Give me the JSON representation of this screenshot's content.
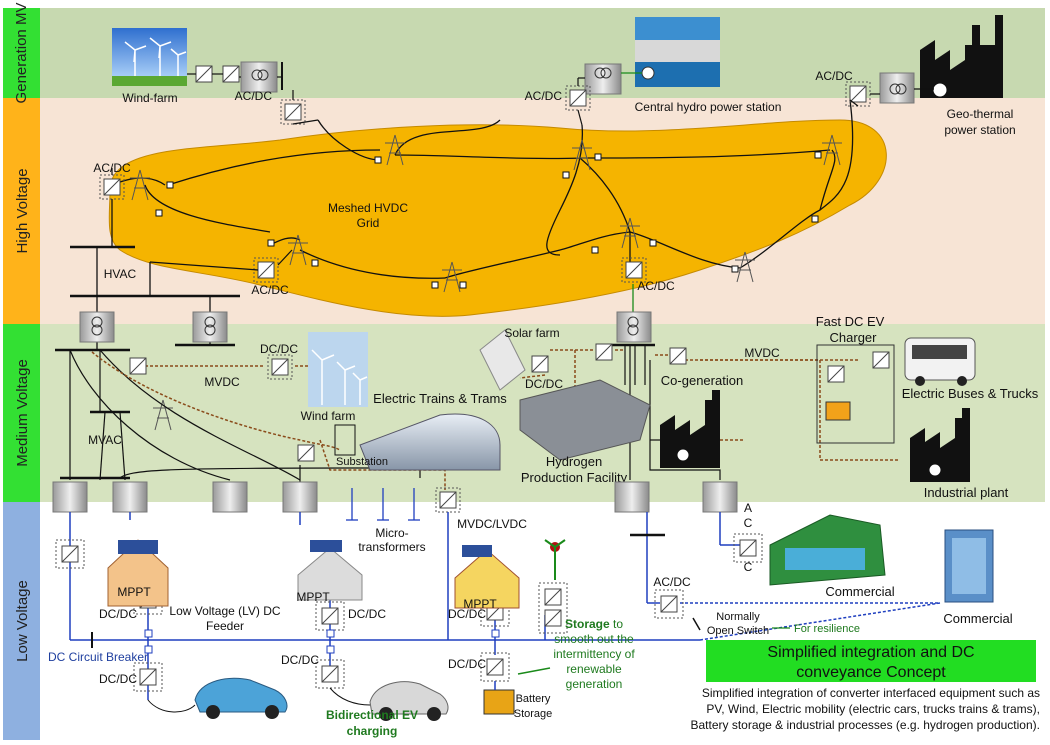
{
  "zones": {
    "generation": "Generation MV",
    "high_voltage": "High Voltage",
    "medium_voltage": "Medium Voltage",
    "low_voltage": "Low Voltage"
  },
  "colors": {
    "generation_band": "#c7d9b0",
    "hv_band": "#f7e4d5",
    "mv_band": "#d6e3bf",
    "lv_band": "#ffffff",
    "gen_side": "#33e033",
    "hv_side": "#ffb31a",
    "mv_side": "#33e033",
    "lv_side": "#8eb0e0",
    "hvdc_blob": "#f5b400",
    "dc_feeder": "#1f3fbf",
    "concept_box": "#22dd22"
  },
  "labels": {
    "wind_farm": "Wind-farm",
    "central_hydro": "Central hydro power station",
    "geo_thermal_1": "Geo-thermal",
    "geo_thermal_2": "power station",
    "acdc": "AC/DC",
    "meshed_1": "Meshed HVDC",
    "meshed_2": "Grid",
    "hvac": "HVAC",
    "mvac": "MVAC",
    "mvdc": "MVDC",
    "dcdc": "DC/DC",
    "wind_farm_mv": "Wind farm",
    "solar_farm": "Solar farm",
    "trains": "Electric Trains & Trams",
    "substation": "Substation",
    "hydrogen_1": "Hydrogen",
    "hydrogen_2": "Production Facility",
    "cogeneration": "Co-generation",
    "fast_dc_1": "Fast DC EV",
    "fast_dc_2": "Charger",
    "buses": "Electric Buses  & Trucks",
    "industrial": "Industrial plant",
    "micro_1": "Micro-",
    "micro_2": "transformers",
    "mvdc_lvdc": "MVDC/LVDC",
    "mppt": "MPPT",
    "lv_dc_1": "Low Voltage (LV) DC",
    "lv_dc_2": "Feeder",
    "dc_breaker": "DC Circuit Breaker",
    "normally_1": "Normally",
    "normally_2": "Open Switch",
    "resilience": "For resilience",
    "commercial": "Commercial",
    "a": "A",
    "c": "C",
    "storage_word": "Storage",
    "storage_1": " to",
    "storage_2": "smooth out the",
    "storage_3": "intermittency of",
    "storage_4": "renewable",
    "storage_5": "generation",
    "battery_1": "Battery",
    "battery_2": "Storage",
    "bidir_1": "Bidirectional EV",
    "bidir_2": "charging",
    "concept_1": "Simplified integration and DC",
    "concept_2": "conveyance Concept",
    "desc_1": "Simplified integration of converter interfaced equipment such as",
    "desc_2": "PV, Wind, Electric mobility (electric cars, trucks trains & trams),",
    "desc_3": "Battery storage & industrial processes (e.g. hydrogen production)."
  }
}
